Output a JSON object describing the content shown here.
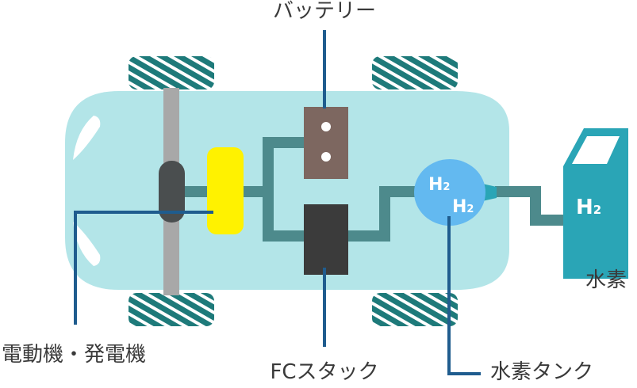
{
  "labels": {
    "battery": "バッテリー",
    "motor": "電動機・発電機",
    "fc_stack": "FCスタック",
    "tank": "水素タンク",
    "station_water": "水素"
  },
  "tank_formula": {
    "element": "H",
    "sub": "2"
  },
  "station_formula": {
    "element": "H",
    "sub": "2"
  },
  "colors": {
    "car_body": "#b3e5e8",
    "tire": "#1e7a7a",
    "tire_stripe": "#ffffff",
    "axle": "#a8a8a8",
    "motor": "#4a4e4f",
    "pcu": "#fff200",
    "battery": "#7d6760",
    "fc_stack": "#3b3b3b",
    "tank": "#63b9f0",
    "pipe": "#4d8a8c",
    "station": "#2aa5b6",
    "leader": "#1f5c8e",
    "label_text": "#3a3a3a"
  }
}
